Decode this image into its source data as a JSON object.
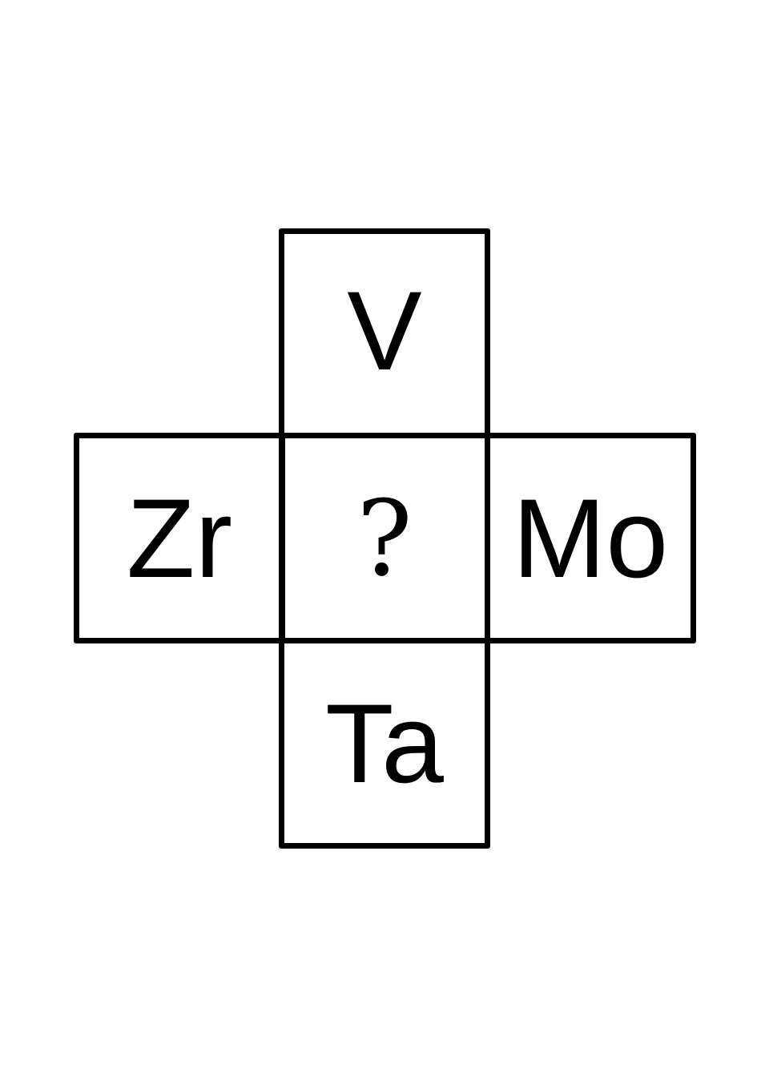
{
  "puzzle": {
    "top": "V",
    "left": "Zr",
    "center": "?",
    "right": "Mo",
    "bottom": "Ta"
  }
}
